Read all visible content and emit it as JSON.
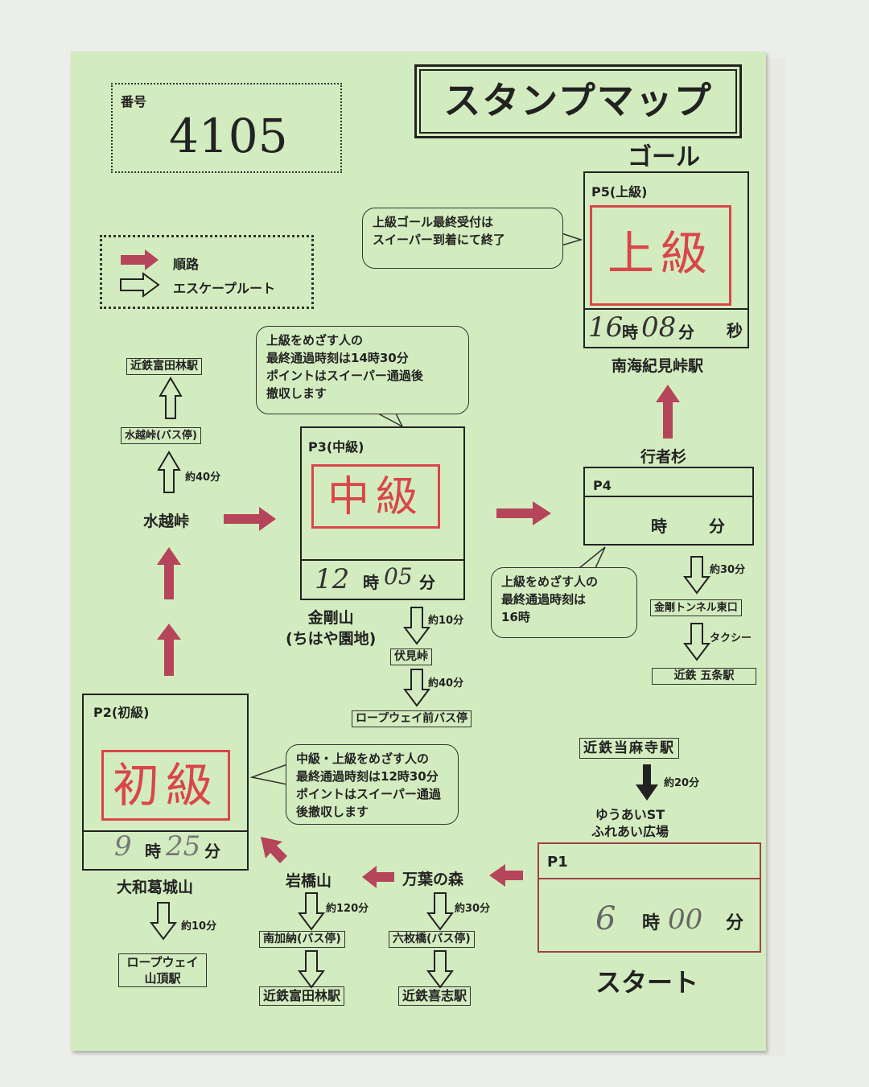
{
  "number_box": {
    "label": "番号",
    "value": "4105"
  },
  "title": "スタンプマップ",
  "goal_label": "ゴール",
  "start_label": "スタート",
  "legend": {
    "route": "順路",
    "escape": "エスケープルート"
  },
  "colors": {
    "card": "#d3ecbf",
    "route_arrow": "#b5455a",
    "stamp": "#d9464a"
  },
  "points": {
    "p5": {
      "header": "P5(上級)",
      "stamp": "上級",
      "hour": "16",
      "hour_label": "時",
      "minute": "08",
      "minute_label": "分",
      "second_label": "秒",
      "station": "南海紀見峠駅",
      "note": "上級ゴール最終受付は\nスイーパー到着にて終了"
    },
    "p4": {
      "header": "P4",
      "hour_label": "時",
      "minute_label": "分",
      "place": "行者杉",
      "note": "上級をめざす人の\n最終通過時刻は\n16時"
    },
    "p3": {
      "header": "P3(中級)",
      "stamp": "中級",
      "hour": "12",
      "hour_label": "時",
      "minute": "05",
      "minute_label": "分",
      "place": "金剛山\n(ちはや園地)",
      "note": "上級をめざす人の\n最終通過時刻は14時30分\nポイントはスイーパー通過後\n撤収します"
    },
    "p2": {
      "header": "P2(初級)",
      "stamp": "初級",
      "hour": "9",
      "hour_label": "時",
      "minute": "25",
      "minute_label": "分",
      "place": "大和葛城山",
      "note": "中級・上級をめざす人の\n最終通過時刻は12時30分\nポイントはスイーパー通過\n後撤収します"
    },
    "p1": {
      "header": "P1",
      "hour": "6",
      "hour_label": "時",
      "minute": "00",
      "minute_label": "分"
    }
  },
  "escapes": {
    "mizukoshi": {
      "place": "水越峠",
      "time": "約40分",
      "busstop": "水越峠(バス停)",
      "station": "近鉄富田林駅"
    },
    "kongo": {
      "time1": "約10分",
      "stop1": "伏見峠",
      "time2": "約40分",
      "stop2": "ロープウェイ前バス停"
    },
    "p4": {
      "time1": "約30分",
      "stop1": "金剛トンネル東口",
      "time2": "タクシー",
      "station": "近鉄 五条駅"
    },
    "katsuragi": {
      "time": "約10分",
      "station": "ロープウェイ\n山頂駅"
    },
    "iwahashi": {
      "place": "岩橋山",
      "time": "約120分",
      "busstop": "南加納(バス停)",
      "station": "近鉄富田林駅"
    },
    "manyo": {
      "place": "万葉の森",
      "time": "約30分",
      "busstop": "六枚橋(バス停)",
      "station": "近鉄喜志駅"
    },
    "start": {
      "station": "近鉄当麻寺駅",
      "time": "約20分",
      "place": "ゆうあいST\nふれあい広場"
    }
  }
}
